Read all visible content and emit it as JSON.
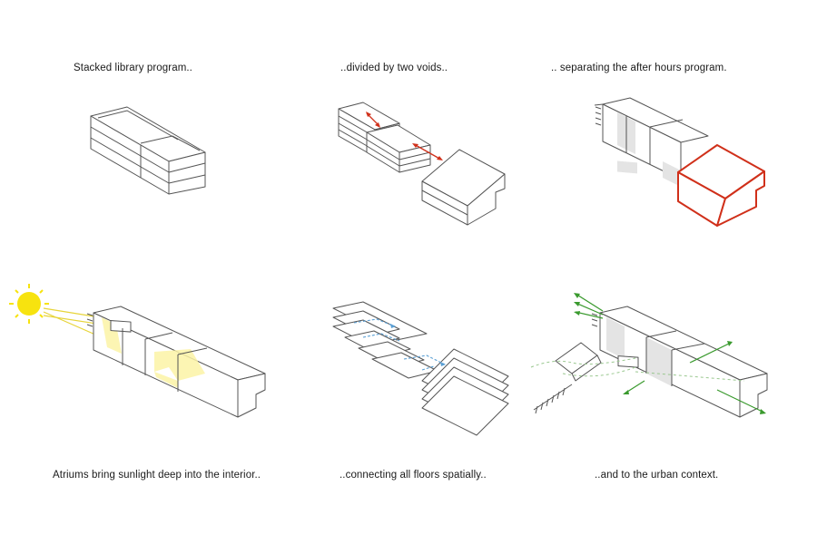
{
  "captions": {
    "c1": "Stacked library program..",
    "c2": "..divided by two voids..",
    "c3": ".. separating the after hours program.",
    "c4": "Atriums bring sunlight deep into the interior..",
    "c5": "..connecting all floors spatially..",
    "c6": "..and to the urban context."
  },
  "colors": {
    "highlight_red": "#d0301a",
    "sunlight_yellow": "#f2e232",
    "circulation_blue": "#5a9fd4",
    "context_green": "#3a9a2e"
  },
  "icons": [
    "sun-icon",
    "void-arrow",
    "circulation-arrow",
    "context-arrow"
  ]
}
